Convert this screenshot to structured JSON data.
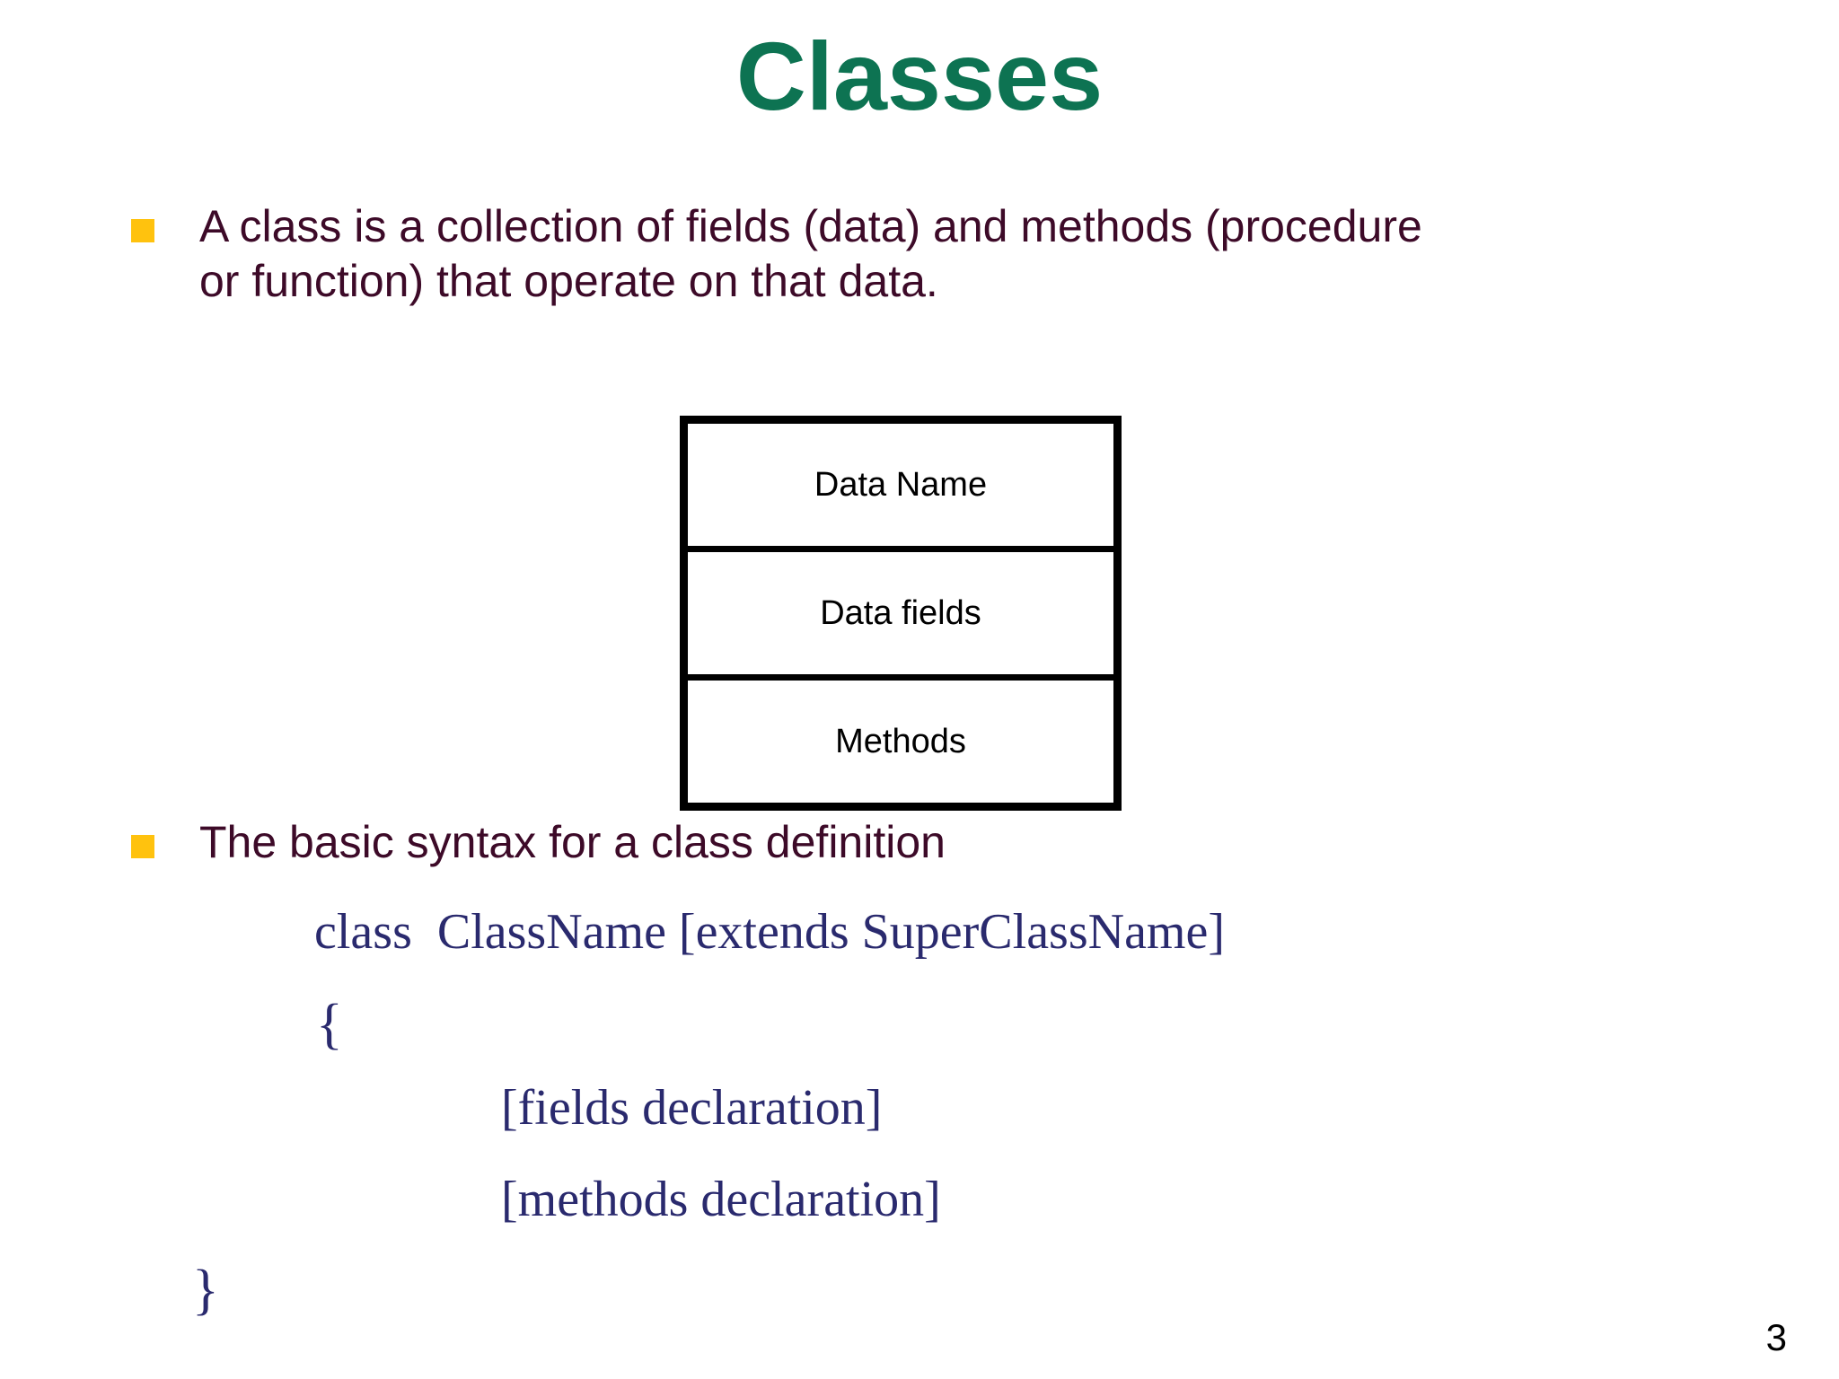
{
  "slide": {
    "title": "Classes",
    "page_number": "3",
    "colors": {
      "title_green": "#0d7352",
      "bullet_marker_gold": "#ffc20e",
      "body_maroon": "#3d0a28",
      "code_navy": "#2a2a6e",
      "box_border_black": "#000000",
      "background": "#ffffff"
    }
  },
  "bullets": [
    {
      "marker": "square-bullet",
      "line1": "A class is a collection of fields (data) and methods (procedure",
      "line2": "or function) that operate on that data."
    },
    {
      "marker": "square-bullet",
      "line1": "The basic syntax for a class definition"
    }
  ],
  "class_diagram": {
    "cells": [
      {
        "label": "Data Name"
      },
      {
        "label": "Data fields"
      },
      {
        "label": "Methods"
      }
    ]
  },
  "code": {
    "line_class": "class  ClassName [extends SuperClassName]",
    "line_open_brace": "{",
    "line_fields": "[fields declaration]",
    "line_methods": "[methods declaration]",
    "line_close_brace": "}"
  }
}
